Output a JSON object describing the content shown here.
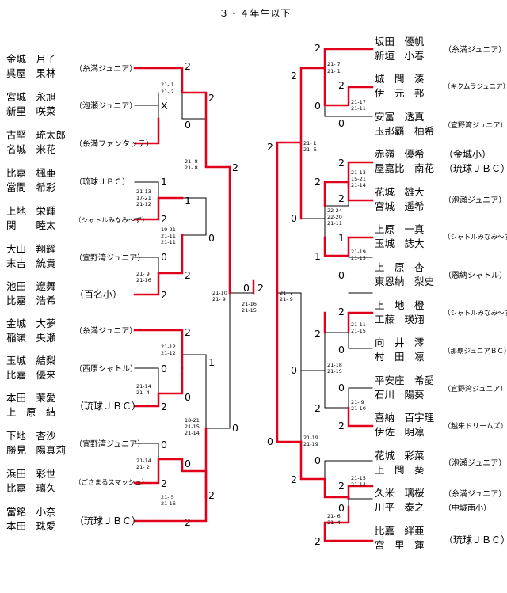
{
  "title": "３・４年生以下",
  "left_teams": [
    {
      "p1": "金城　月子",
      "p2": "呉屋　果林",
      "club": "（糸満ジュニア）"
    },
    {
      "p1": "宮城　永旭",
      "p2": "新里　咲菜",
      "club": "（泡瀬ジュニア）"
    },
    {
      "p1": "古堅　琉太郎",
      "p2": "名城　米花",
      "club": "（糸満ファンタッテ）"
    },
    {
      "p1": "比嘉　楓亜",
      "p2": "當間　希彩",
      "club": "（琉球ＪＢＣ）"
    },
    {
      "p1": "上地　栄輝",
      "p2": "関　　睦太",
      "club": "（シャトルみなみ～ず）"
    },
    {
      "p1": "大山　翔耀",
      "p2": "末吉　統貴",
      "club": "（宜野湾ジュニア）"
    },
    {
      "p1": "池田　遼舞",
      "p2": "比嘉　浩希",
      "club": "（百名小）"
    },
    {
      "p1": "金城　大夢",
      "p2": "稲嶺　央瀬",
      "club": "（糸満ジュニア）"
    },
    {
      "p1": "玉城　結梨",
      "p2": "比嘉　優来",
      "club": "（西原シャトル）"
    },
    {
      "p1": "本田　茉愛",
      "p2": "上　原　結",
      "club": "（琉球ＪＢＣ）"
    },
    {
      "p1": "下地　杏沙",
      "p2": "勝見　陽真莉",
      "club": "（宜野湾ジュニア）"
    },
    {
      "p1": "浜田　彩世",
      "p2": "比嘉　璃久",
      "club": "（ごさまるスマッシュ）"
    },
    {
      "p1": "當銘　小奈",
      "p2": "本田　珠愛",
      "club": "（琉球ＪＢＣ）"
    }
  ],
  "right_teams": [
    {
      "p1": "坂田　優帆",
      "p2": "新垣　小春",
      "club": "（糸満ジュニア）"
    },
    {
      "p1": "城　間　湊",
      "p2": "伊　元　邦",
      "club": "（キクムラジュニア）"
    },
    {
      "p1": "安富　透真",
      "p2": "玉那覇　柚希",
      "club": "（宜野湾ジュニア）"
    },
    {
      "p1": "赤嶺　優希",
      "p2": "屋嘉比　南花",
      "club": "（金城小）",
      "club2": "（琉球ＪＢＣ）"
    },
    {
      "p1": "花城　雄大",
      "p2": "宮城　遥希",
      "club": "（泡瀬ジュニア）"
    },
    {
      "p1": "上原　一真",
      "p2": "玉城　誌大",
      "club": "（シャトルみなみ～ず）"
    },
    {
      "p1": "上　原　杏",
      "p2": "東恩納　梨史",
      "club": "（恩納シャトル）"
    },
    {
      "p1": "上　地　橙",
      "p2": "工藤　瑛翔",
      "club": "（シャトルみなみ～ず）"
    },
    {
      "p1": "向　井　澪",
      "p2": "村　田　凛",
      "club": "（那覇ジュニアＢＣ）"
    },
    {
      "p1": "平安座　希愛",
      "p2": "石川　陽葵",
      "club": "（宜野湾ジュニア）"
    },
    {
      "p1": "喜納　百宇理",
      "p2": "伊佐　明凛",
      "club": "（越来ドリームズ）"
    },
    {
      "p1": "花城　彩菜",
      "p2": "上　間　葵",
      "club": "（泡瀬ジュニア）"
    },
    {
      "p1": "久米　璃桜",
      "p2": "川平　泰之",
      "club": "（糸満ジュニア）",
      "club2": "（中城南小）"
    },
    {
      "p1": "比嘉　絆亜",
      "p2": "宮　里　蓮",
      "club": "（琉球ＪＢＣ）"
    }
  ],
  "results": {
    "L_a": "2",
    "L_x": "X",
    "L_b": "0",
    "L_c": "2",
    "L_d": "0",
    "L_e": "1",
    "L_f": "2",
    "L_g": "0",
    "L_h": "2",
    "L_i": "0",
    "L_j": "2",
    "L_k": "2",
    "L_l": "1",
    "L_m": "0",
    "L_n": "2",
    "L_o": "0",
    "L_p": "2",
    "L_q": "0",
    "L_r": "2",
    "L_s": "2",
    "L_t": "0",
    "L_u": "2",
    "L_v": "0",
    "L_w": "2",
    "L_y": "2",
    "L_z": "1",
    "L_aa": "0",
    "L_ab": "2",
    "F_l": "0",
    "F_r": "2",
    "R_a": "2",
    "R_b": "2",
    "R_c": "0",
    "R_d": "2",
    "R_e": "2",
    "R_f": "0",
    "R_g": "0",
    "R_h": "2",
    "R_i": "0",
    "R_j": "2",
    "R_k": "1",
    "R_l": "1",
    "R_m": "0",
    "R_n": "2",
    "R_o": "0",
    "R_p": "2",
    "R_q": "0",
    "R_r": "0",
    "R_s": "2",
    "R_t": "0",
    "R_u": "2",
    "R_v": "0",
    "R_w": "2",
    "R_x": "0",
    "R_y": "2",
    "R_z": "2",
    "R_aa": "0",
    "R_ab": "2"
  },
  "scores": {
    "l1": "21- 1",
    "l2": "21- 2",
    "l3": "21- 8",
    "l4": "21- 8",
    "l5": "21-13",
    "l6": "17-21",
    "l7": "21-12",
    "l8": "19-21",
    "l9": "21-11",
    "l10": "21-11",
    "l11": "21- 9",
    "l12": "21-16",
    "l13": "21-10",
    "l14": "21- 9",
    "l15": "21-12",
    "l16": "21-12",
    "l17": "21-14",
    "l18": "21- 4",
    "l19": "18-21",
    "l20": "21-15",
    "l21": "21-14",
    "l22": "21-14",
    "l23": "21- 2",
    "l24": "21- 5",
    "l25": "21-16",
    "f1": "21-16",
    "f2": "21-15",
    "r1": "21- 7",
    "r2": "21- 1",
    "r3": "21-17",
    "r4": "21-11",
    "r5": "21- 1",
    "r6": "21- 6",
    "r7": "21-13",
    "r8": "15-21",
    "r9": "21-14",
    "r10": "22-24",
    "r11": "22-20",
    "r12": "21-11",
    "r13": "21-19",
    "r14": "21-15",
    "r15": "21- 7",
    "r16": "21- 9",
    "r17": "21-11",
    "r18": "21-15",
    "r19": "21-18",
    "r20": "21-15",
    "r21": "21- 9",
    "r22": "21-10",
    "r23": "21-19",
    "r24": "21-19",
    "r25": "21-15",
    "r26": "21-14",
    "r27": "21- 6",
    "r28": "21- 4"
  },
  "colors": {
    "win": "#e0001b",
    "line": "#000000"
  }
}
